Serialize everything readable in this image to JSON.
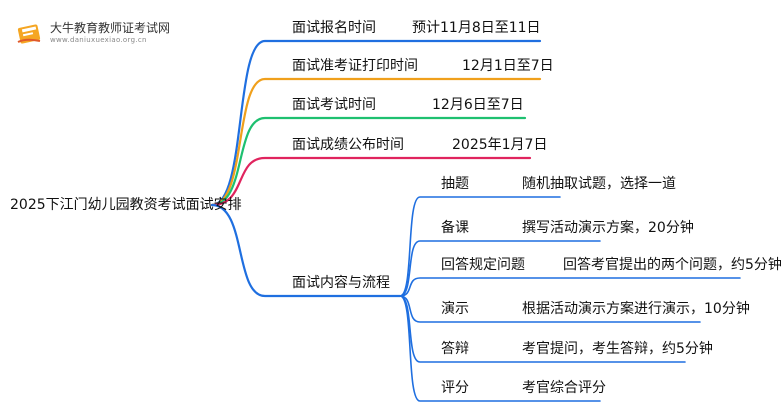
{
  "logo": {
    "name": "大牛教育教师证考试网",
    "url": "www.daniuxuexiao.org.cn"
  },
  "root": "2025下江门幼儿园教资考试面试安排",
  "branches": [
    {
      "label": "面试报名时间",
      "value": "预计11月8日至11日",
      "color": "#1f6fe0"
    },
    {
      "label": "面试准考证打印时间",
      "value": "12月1日至7日",
      "color": "#f0a01c"
    },
    {
      "label": "面试考试时间",
      "value": "12月6日至7日",
      "color": "#1ec070"
    },
    {
      "label": "面试成绩公布时间",
      "value": "2025年1月7日",
      "color": "#e0245e"
    },
    {
      "label": "面试内容与流程",
      "color": "#1f6fe0",
      "children": [
        {
          "label": "抽题",
          "value": "随机抽取试题，选择一道"
        },
        {
          "label": "备课",
          "value": "撰写活动演示方案，20分钟"
        },
        {
          "label": "回答规定问题",
          "value": "回答考官提出的两个问题，约5分钟"
        },
        {
          "label": "演示",
          "value": "根据活动演示方案进行演示，10分钟"
        },
        {
          "label": "答辩",
          "value": "考官提问，考生答辩，约5分钟"
        },
        {
          "label": "评分",
          "value": "考官综合评分"
        }
      ]
    }
  ]
}
